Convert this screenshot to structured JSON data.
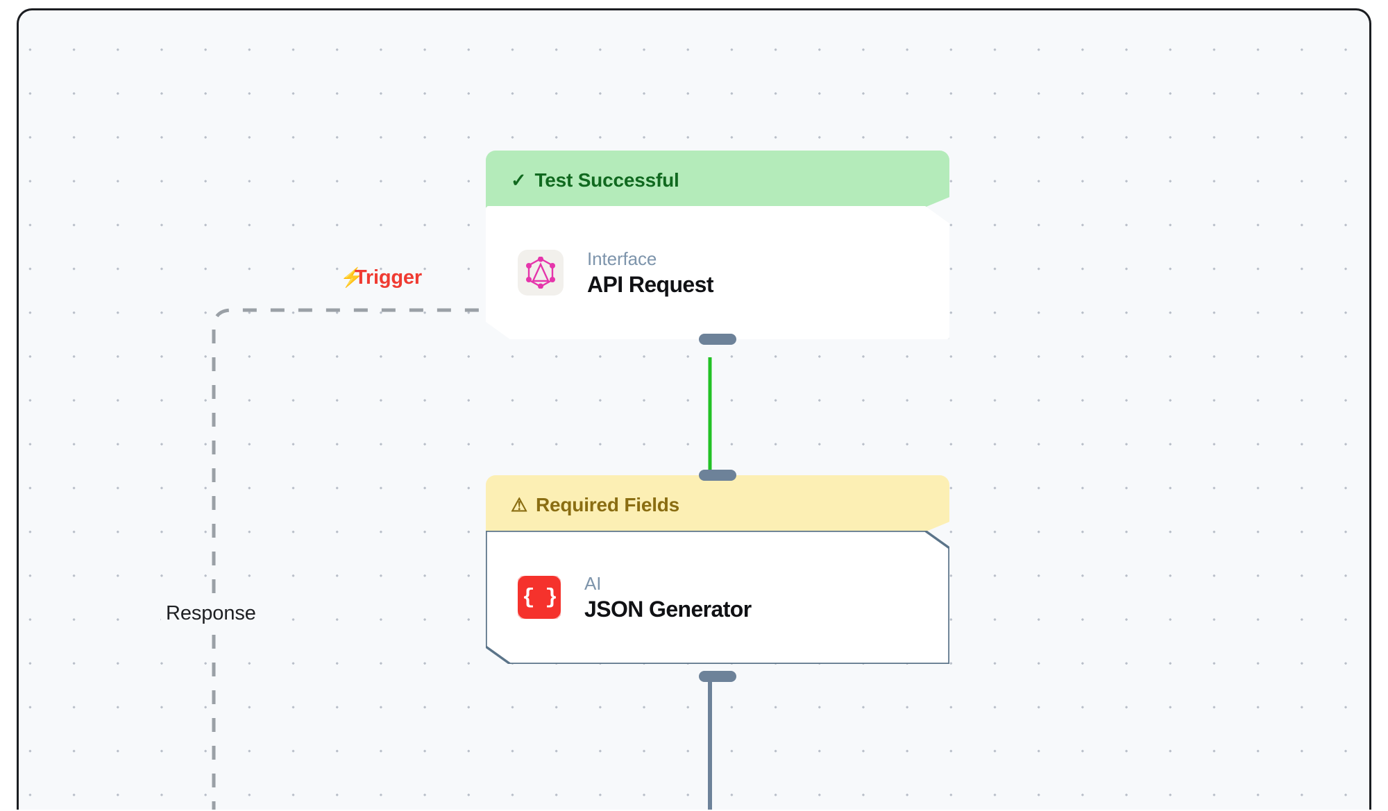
{
  "canvas": {
    "background_color": "#f7f9fb",
    "grid": "dot-grid",
    "frame_color": "#1b1d21"
  },
  "edges": [
    {
      "id": "trigger-edge",
      "label": "Trigger",
      "icon": "lightning-bolt-icon",
      "color": "#ef3b32",
      "style": "dashed",
      "line_color": "#9aa0a6"
    },
    {
      "id": "response-edge",
      "label": "Response",
      "color": "#1e2023",
      "style": "dashed",
      "line_color": "#9aa0a6"
    },
    {
      "id": "api-to-json-edge",
      "label": "",
      "color": "#22c125",
      "style": "solid"
    },
    {
      "id": "json-output-edge",
      "label": "",
      "color": "#6d8299",
      "style": "solid"
    }
  ],
  "nodes": [
    {
      "id": "api-request-node",
      "status": {
        "label": "Test Successful",
        "icon": "check-icon",
        "icon_glyph": "✓",
        "variant": "success",
        "bg_color": "#b4ebba",
        "text_color": "#10691f"
      },
      "icon_name": "graphql-icon",
      "icon_color": "#e535ab",
      "kicker": "Interface",
      "title": "API Request"
    },
    {
      "id": "json-generator-node",
      "status": {
        "label": "Required Fields",
        "icon": "warning-triangle-icon",
        "icon_glyph": "⚠",
        "variant": "warning",
        "bg_color": "#fcefb4",
        "text_color": "#8a6d12"
      },
      "icon_name": "json-braces-icon",
      "icon_glyph": "{ }",
      "icon_color": "#f5322c",
      "kicker": "AI",
      "title": "JSON Generator"
    }
  ]
}
